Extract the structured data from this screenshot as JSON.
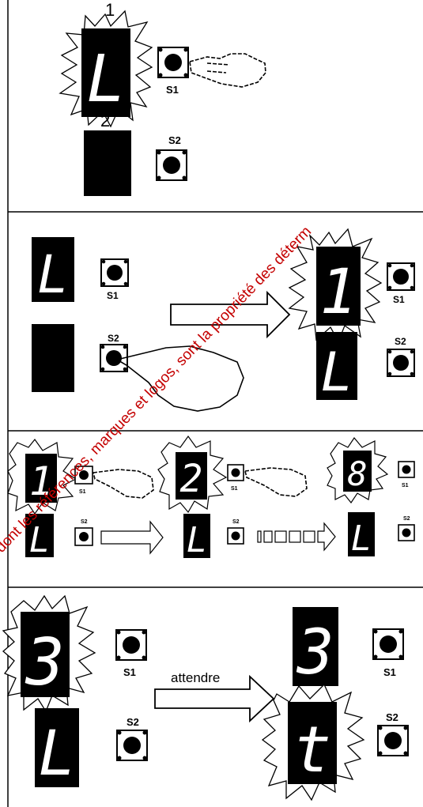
{
  "step1": {
    "display1_number": "1",
    "display2_number": "2",
    "display1_char": "L",
    "button1_label": "S1",
    "button2_label": "S2"
  },
  "step2": {
    "display_left_char": "L",
    "display_right_top_char": "1",
    "display_right_bottom_char": "L",
    "button1_label": "S1",
    "button2_label": "S2"
  },
  "step3": {
    "display_a_char": "1",
    "display_b_char": "2",
    "display_c_char": "8",
    "bottom_char": "L",
    "button1_label": "S1",
    "button2_label": "S2"
  },
  "step4": {
    "display_left_top_char": "3",
    "display_left_bottom_char": "L",
    "display_right_top_char": "3",
    "display_right_bottom_char": "t",
    "arrow_label": "attendre",
    "button1_label": "S1",
    "button2_label": "S2"
  },
  "watermark": "dont les références, marques et logos, sont la propriété des déterm"
}
